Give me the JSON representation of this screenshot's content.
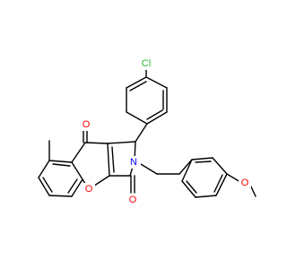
{
  "molecule": {
    "atom_labels": {
      "chlorine": "Cl",
      "methoxy_oxygen": "O",
      "ketone_oxygen_top": "O",
      "ketone_oxygen_bottom": "O",
      "ring_oxygen": "O",
      "nitrogen": "N"
    },
    "colors": {
      "bond": "#000000",
      "chlorine": "#2db52d",
      "oxygen": "#ff0000",
      "nitrogen": "#0000ff"
    }
  }
}
